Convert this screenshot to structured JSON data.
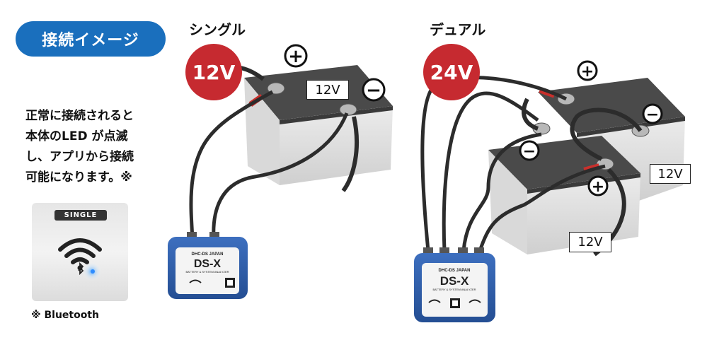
{
  "badge_title": "接続イメージ",
  "description_lines": [
    "正常に接続されると",
    "本体のLED が点滅",
    "し、アプリから接続",
    "可能になります。※"
  ],
  "photo_label": "SINGLE",
  "footnote": "※ Bluetooth",
  "single": {
    "heading": "シングル",
    "system_voltage": "12V",
    "battery_voltage": "12V",
    "plus_symbol": "+",
    "minus_symbol": "−"
  },
  "dual": {
    "heading": "デュアル",
    "system_voltage": "24V",
    "battery_voltage_back": "12V",
    "battery_voltage_front": "12V",
    "plus_symbol": "+",
    "minus_symbol": "−"
  },
  "device": {
    "brand": "DHC-DS JAPAN",
    "model": "DS-X",
    "subtitle": "BATTERY & SYSTEM ANALYZER"
  },
  "colors": {
    "accent_blue": "#1a6fbd",
    "voltage_red": "#c62a30",
    "device_blue": "#2f5fa8"
  }
}
